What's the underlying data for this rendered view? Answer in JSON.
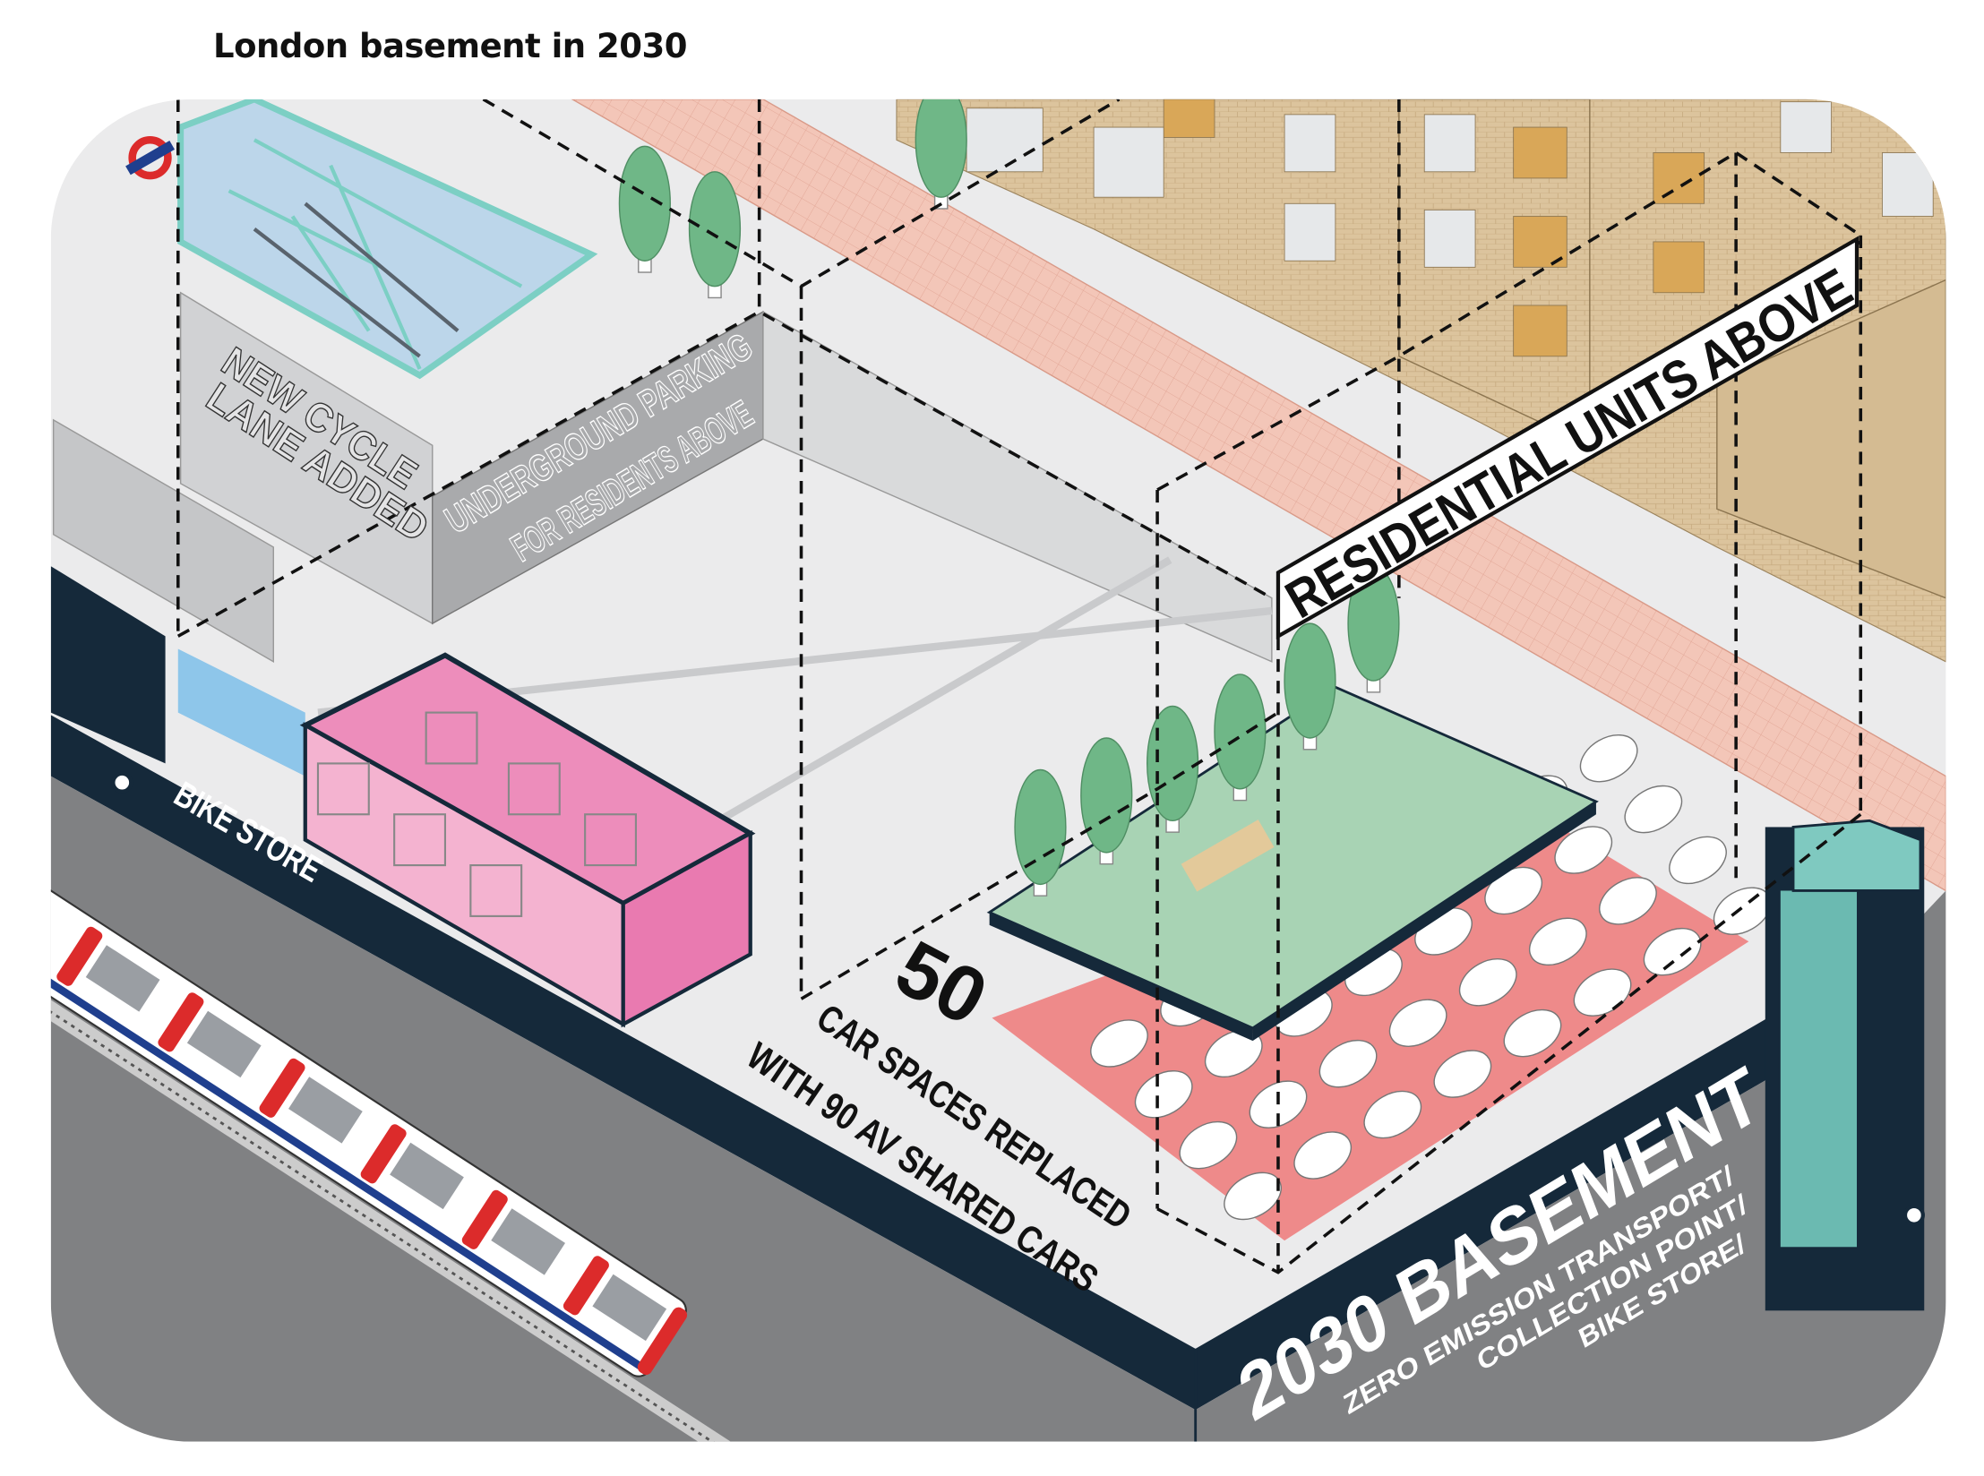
{
  "title": "London basement in 2030",
  "labels": {
    "new_cycle_lane": [
      "NEW CYCLE",
      "LANE ADDED"
    ],
    "underground_parking": [
      "UNDERGROUND PARKING",
      "FOR RESIDENTS ABOVE"
    ],
    "residential_units": "RESIDENTIAL UNITS ABOVE",
    "bike_store": "BIKE STORE",
    "car_spaces": {
      "number": "50",
      "line1": "CAR SPACES REPLACED",
      "line2": "WITH 90 AV SHARED CARS"
    },
    "basement": {
      "heading": "2030 BASEMENT",
      "lines": [
        "ZERO EMISSION TRANSPORT/",
        "COLLECTION POINT/",
        "BIKE STORE/"
      ]
    }
  },
  "colors": {
    "ground": "#ebebec",
    "section_dark": "#15293a",
    "earth": "#808183",
    "bike_store_pink": "#e97ab0",
    "garden_green": "#a8d3b4",
    "tree_green": "#6fb787",
    "av_parking_red": "#ee8a8a",
    "cycle_path": "#f3c6b8",
    "brick": "#dcc49d",
    "bike_tower_teal": "#6bbab1",
    "glass_blue": "#bcd6ea",
    "tube_red": "#dc2b2b"
  }
}
